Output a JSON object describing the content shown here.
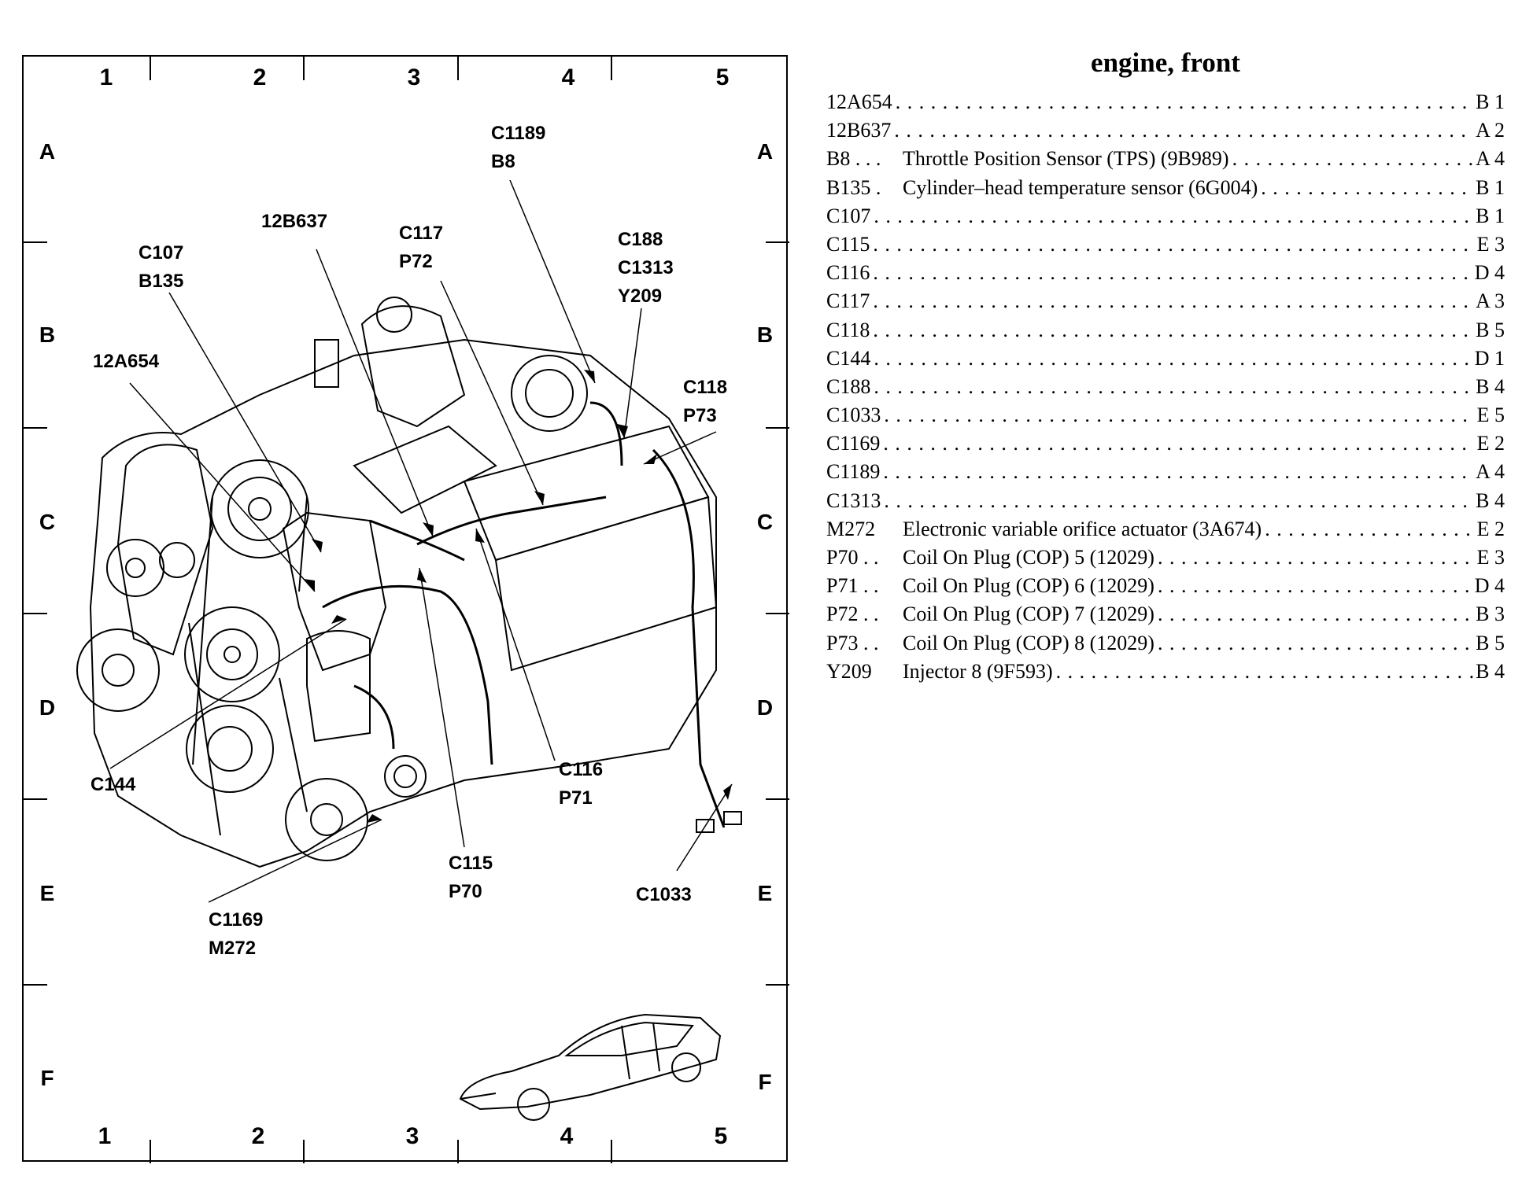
{
  "grid": {
    "columns": [
      "1",
      "2",
      "3",
      "4",
      "5"
    ],
    "rows": [
      "A",
      "B",
      "C",
      "D",
      "E",
      "F"
    ]
  },
  "callouts": [
    {
      "id": "c1189",
      "lines": [
        "C1189",
        "B8"
      ]
    },
    {
      "id": "c12b637",
      "lines": [
        "12B637"
      ]
    },
    {
      "id": "c117",
      "lines": [
        "C117",
        "P72"
      ]
    },
    {
      "id": "c188",
      "lines": [
        "C188",
        "C1313",
        "Y209"
      ]
    },
    {
      "id": "c107",
      "lines": [
        "C107",
        "B135"
      ]
    },
    {
      "id": "c12a654",
      "lines": [
        "12A654"
      ]
    },
    {
      "id": "c118",
      "lines": [
        "C118",
        "P73"
      ]
    },
    {
      "id": "c116",
      "lines": [
        "C116",
        "P71"
      ]
    },
    {
      "id": "c144",
      "lines": [
        "C144"
      ]
    },
    {
      "id": "c115",
      "lines": [
        "C115",
        "P70"
      ]
    },
    {
      "id": "c1033",
      "lines": [
        "C1033"
      ]
    },
    {
      "id": "c1169",
      "lines": [
        "C1169",
        "M272"
      ]
    }
  ],
  "legend": {
    "title": "engine, front",
    "items": [
      {
        "code": "12A654",
        "desc": "",
        "loc": "B 1"
      },
      {
        "code": "12B637",
        "desc": "",
        "loc": "A 2"
      },
      {
        "code": "B8 . . .",
        "desc": "Throttle Position Sensor (TPS) (9B989)",
        "loc": "A 4"
      },
      {
        "code": "B135 .",
        "desc": "Cylinder–head temperature sensor (6G004)",
        "loc": "B 1"
      },
      {
        "code": "C107",
        "desc": "",
        "loc": "B 1"
      },
      {
        "code": "C115",
        "desc": "",
        "loc": "E 3"
      },
      {
        "code": "C116",
        "desc": "",
        "loc": "D 4"
      },
      {
        "code": "C117",
        "desc": "",
        "loc": "A 3"
      },
      {
        "code": "C118",
        "desc": "",
        "loc": "B 5"
      },
      {
        "code": "C144",
        "desc": "",
        "loc": "D 1"
      },
      {
        "code": "C188",
        "desc": "",
        "loc": "B 4"
      },
      {
        "code": "C1033",
        "desc": "",
        "loc": "E 5"
      },
      {
        "code": "C1169",
        "desc": "",
        "loc": "E 2"
      },
      {
        "code": "C1189",
        "desc": "",
        "loc": "A 4"
      },
      {
        "code": "C1313",
        "desc": "",
        "loc": "B 4"
      },
      {
        "code": "M272",
        "desc": "Electronic variable orifice actuator (3A674)",
        "loc": "E 2"
      },
      {
        "code": "P70 . .",
        "desc": "Coil On Plug (COP) 5 (12029)",
        "loc": "E 3"
      },
      {
        "code": "P71 . .",
        "desc": "Coil On Plug (COP) 6 (12029)",
        "loc": "D 4"
      },
      {
        "code": "P72 . .",
        "desc": "Coil On Plug (COP) 7 (12029)",
        "loc": "B 3"
      },
      {
        "code": "P73 . .",
        "desc": "Coil On Plug (COP) 8 (12029)",
        "loc": "B 5"
      },
      {
        "code": "Y209",
        "desc": "Injector 8 (9F593)",
        "loc": "B 4"
      }
    ]
  }
}
